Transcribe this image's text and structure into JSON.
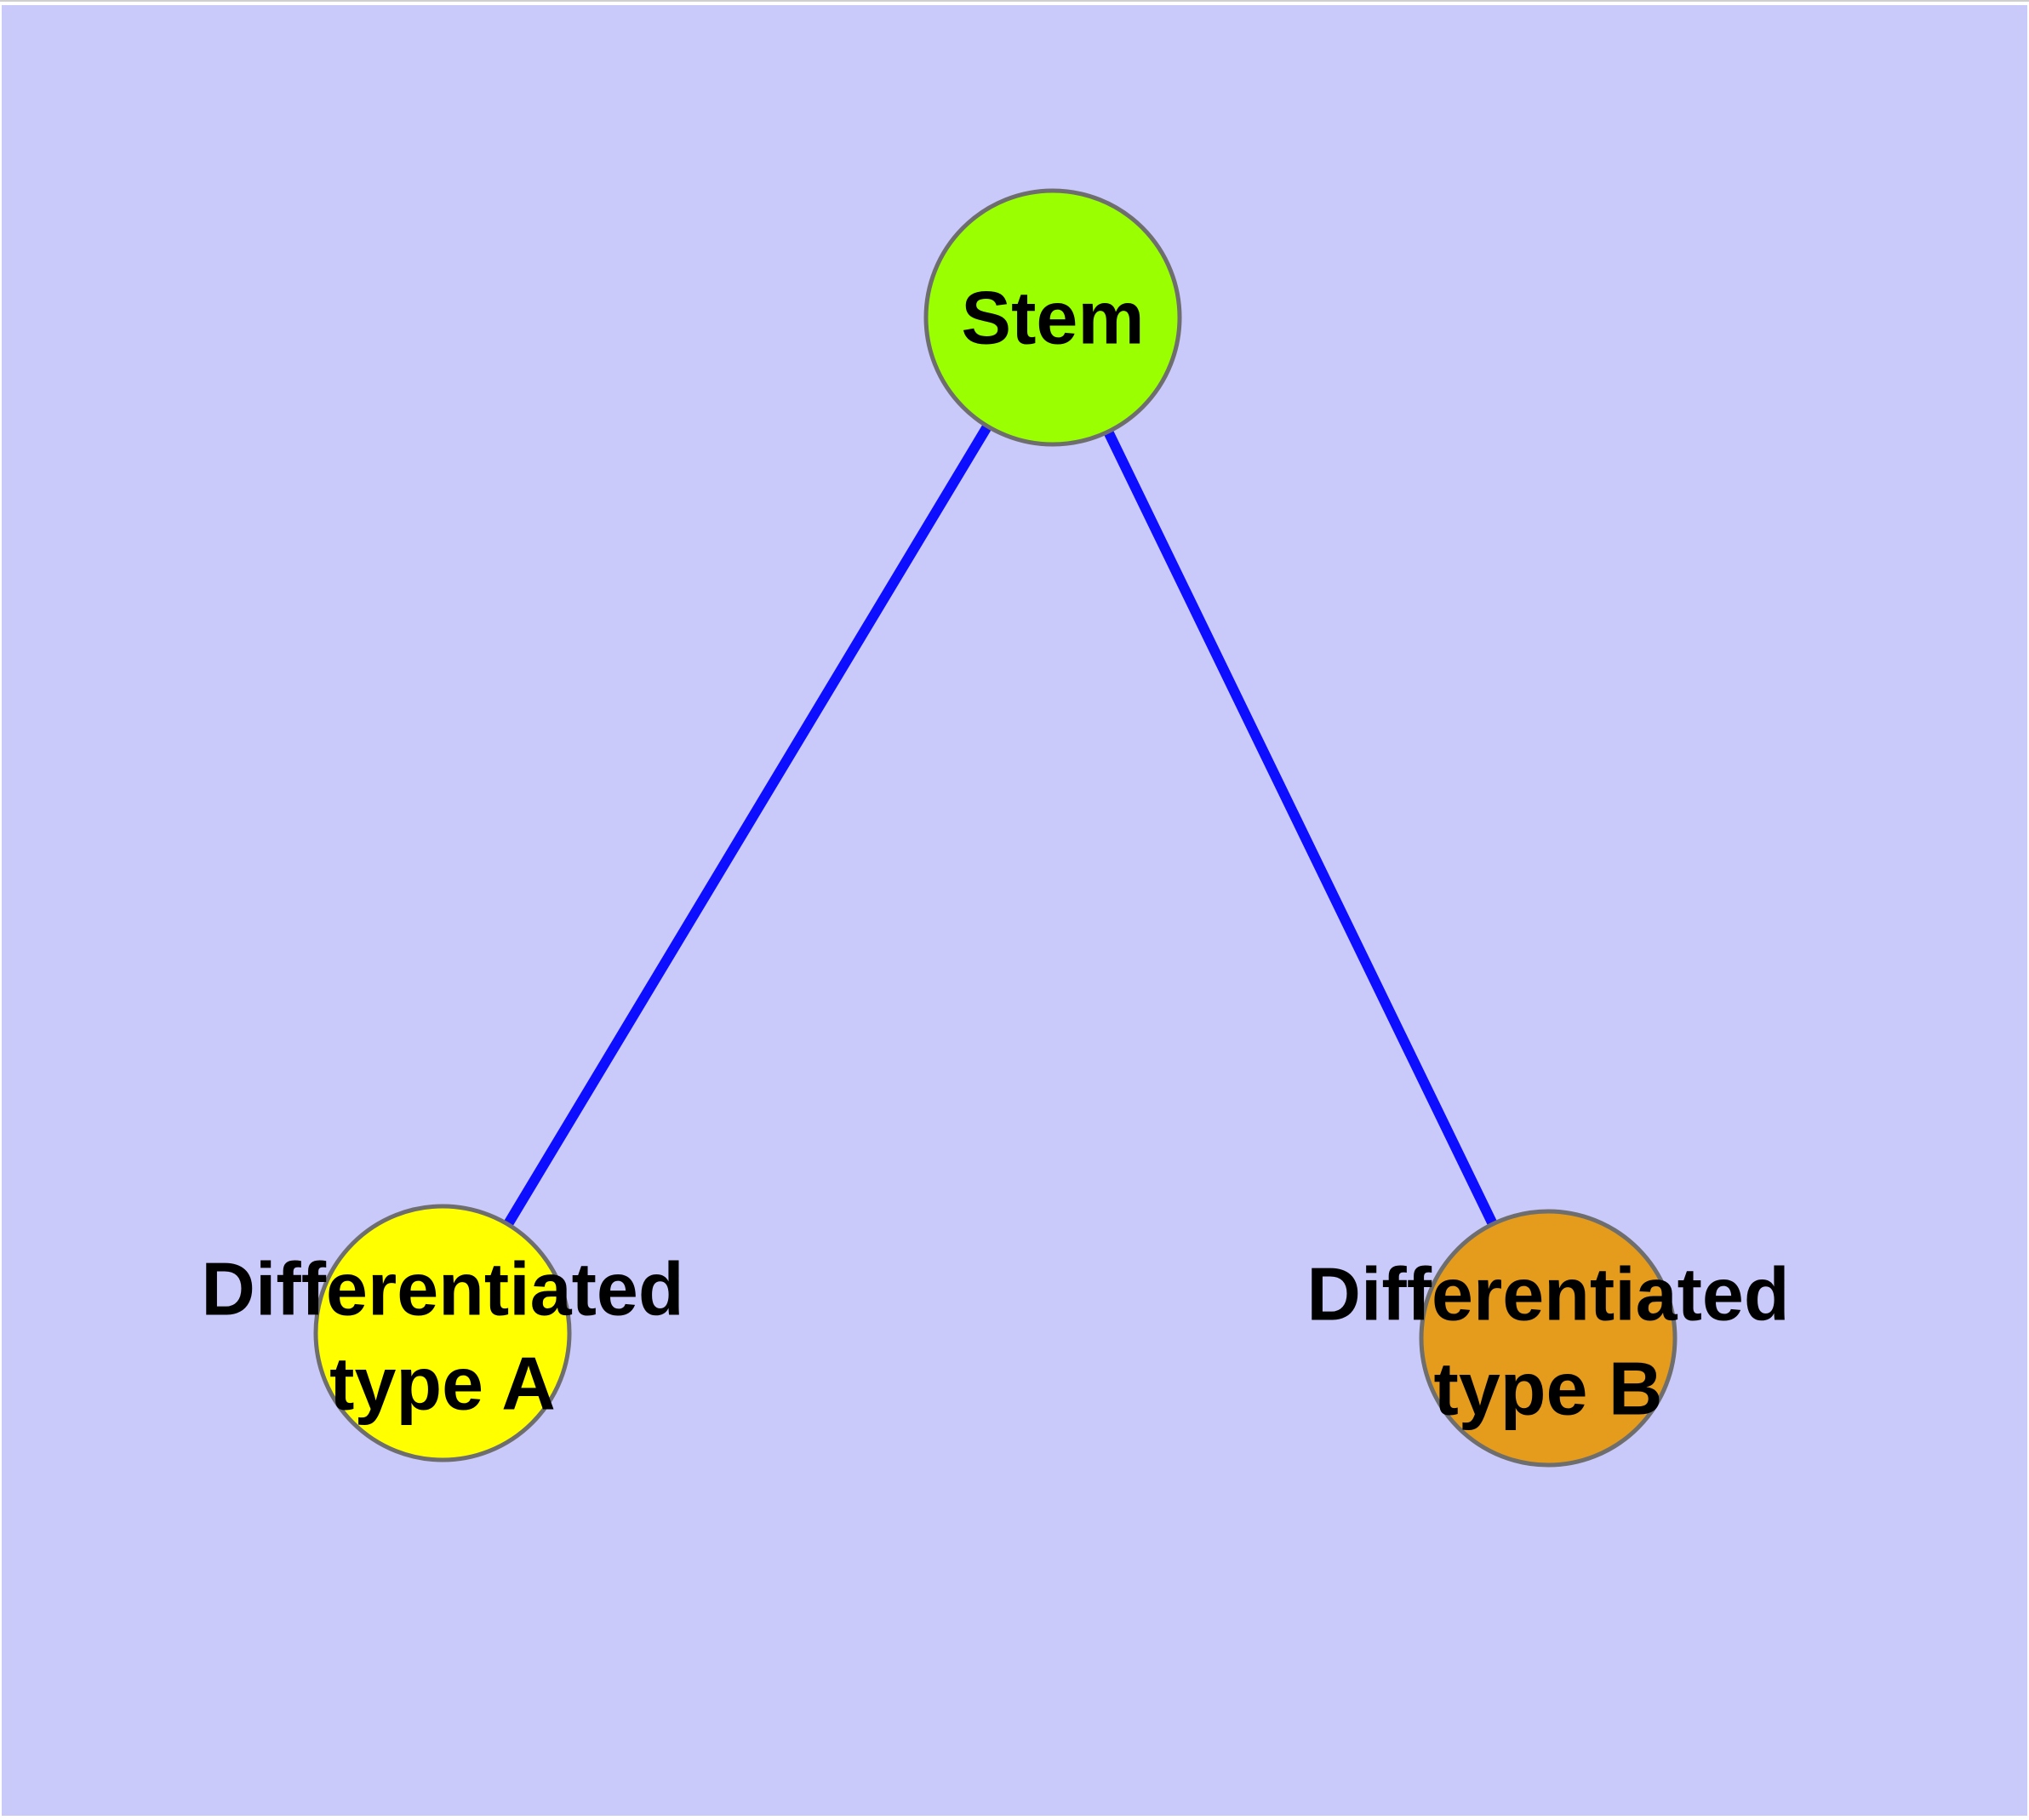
{
  "window": {
    "frame_color": "#ffffff",
    "top_edge_line_color": "#cfcfcf"
  },
  "diagram": {
    "type": "graph",
    "background_color": "#c9c9fa",
    "edge_color": "#0d0dff",
    "edge_width": 12,
    "node_border_color": "#6e6e6e",
    "node_border_width": 5,
    "label_color": "#000000",
    "nodes": [
      {
        "id": "stem",
        "label": "Stem",
        "fill": "#9aff00"
      },
      {
        "id": "differentiated-type-a",
        "label_line1": "Differentiated",
        "label_line2": "type A",
        "fill": "#ffff00"
      },
      {
        "id": "differentiated-type-b",
        "label_line1": "Differentiated",
        "label_line2": "type B",
        "fill": "#e59b1c"
      }
    ],
    "edges": [
      {
        "from": "stem",
        "to": "differentiated-type-a"
      },
      {
        "from": "stem",
        "to": "differentiated-type-b"
      }
    ]
  }
}
